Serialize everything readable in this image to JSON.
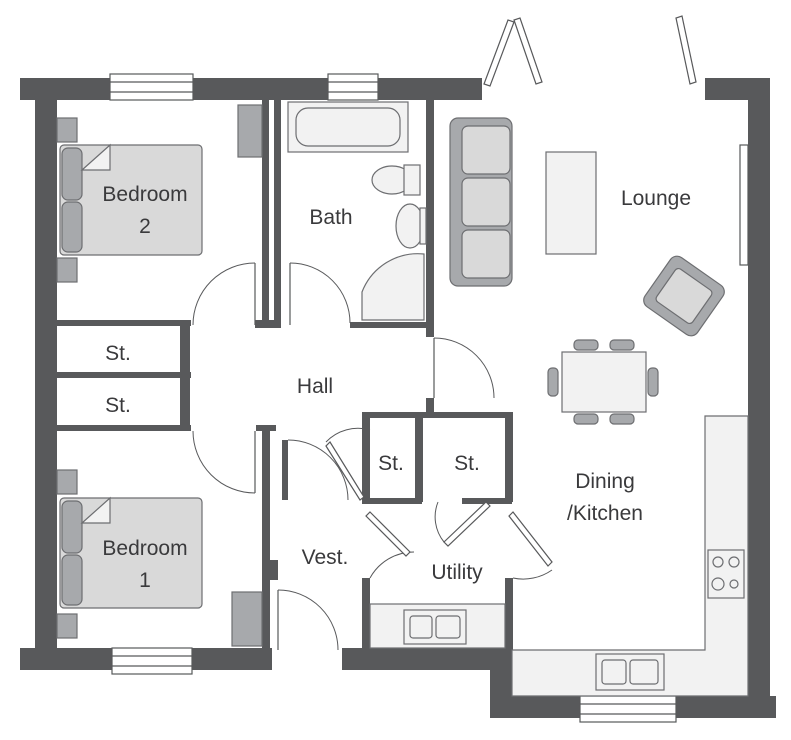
{
  "rooms": {
    "bedroom2": [
      "Bedroom",
      "2"
    ],
    "bath": "Bath",
    "lounge": "Lounge",
    "store1": "St.",
    "store2": "St.",
    "hall": "Hall",
    "store3": "St.",
    "store4": "St.",
    "dining_kitchen": [
      "Dining",
      "/Kitchen"
    ],
    "bedroom1": [
      "Bedroom",
      "1"
    ],
    "vestibule": "Vest.",
    "utility": "Utility"
  },
  "colors": {
    "wall": "#58595b",
    "furniture": "#d9d9d9",
    "furniture_dark": "#a7a9ac",
    "text": "#3a3a3c"
  }
}
